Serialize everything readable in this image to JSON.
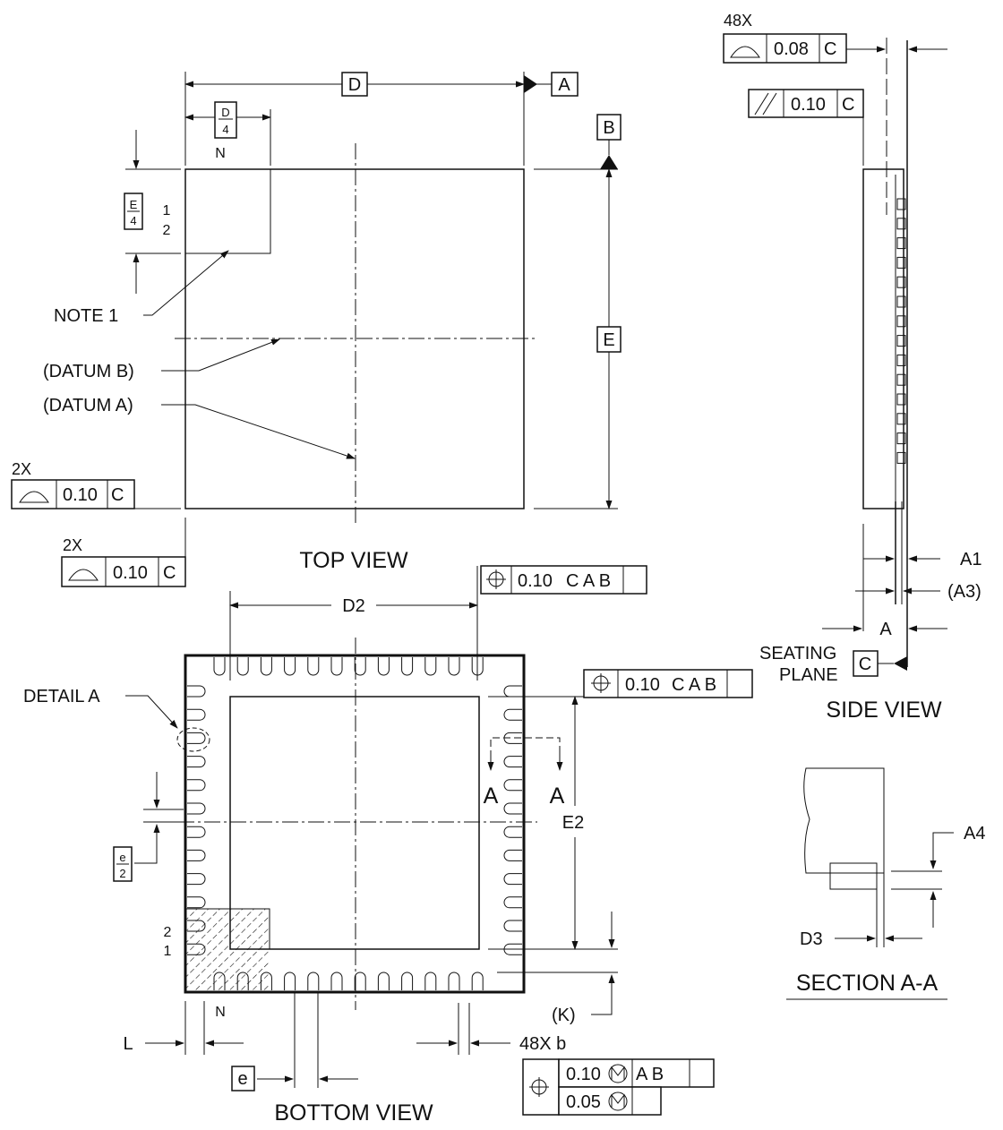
{
  "views": {
    "top": "TOP VIEW",
    "bottom": "BOTTOM VIEW",
    "side": "SIDE VIEW",
    "section": "SECTION A-A"
  },
  "dims": {
    "D": "D",
    "E": "E",
    "D2": "D2",
    "E2": "E2",
    "D_over": "D",
    "four_a": "4",
    "E_over": "E",
    "four_b": "4",
    "e_over": "e",
    "two": "2",
    "A": "A",
    "A1": "A1",
    "A3": "(A3)",
    "A4": "A4",
    "D3": "D3",
    "K": "(K)",
    "L": "L",
    "e": "e",
    "b48": "48X b"
  },
  "labels": {
    "note1": "NOTE 1",
    "datum_b": "(DATUM B)",
    "datum_a": "(DATUM A)",
    "detail_a": "DETAIL A",
    "seating": "SEATING",
    "plane": "PLANE",
    "pin_n": "N",
    "pin_1": "1",
    "pin_2": "2",
    "sec_a": "A"
  },
  "datums": {
    "A": "A",
    "B": "B",
    "C": "C"
  },
  "fcf": {
    "top_2x_a": "2X",
    "top_2x_a_val": "0.10",
    "top_2x_a_ref": "C",
    "top_2x_b": "2X",
    "top_2x_b_val": "0.10",
    "top_2x_b_ref": "C",
    "side_48x": "48X",
    "side_48x_val": "0.08",
    "side_48x_ref": "C",
    "side_par_val": "0.10",
    "side_par_ref": "C",
    "pos1_val": "0.10",
    "pos1_refs": "C A B",
    "pos2_val": "0.10",
    "pos2_refs": "C A B",
    "pos3_val": "0.10",
    "pos3_refs": "A B",
    "pos4_val": "0.05"
  }
}
